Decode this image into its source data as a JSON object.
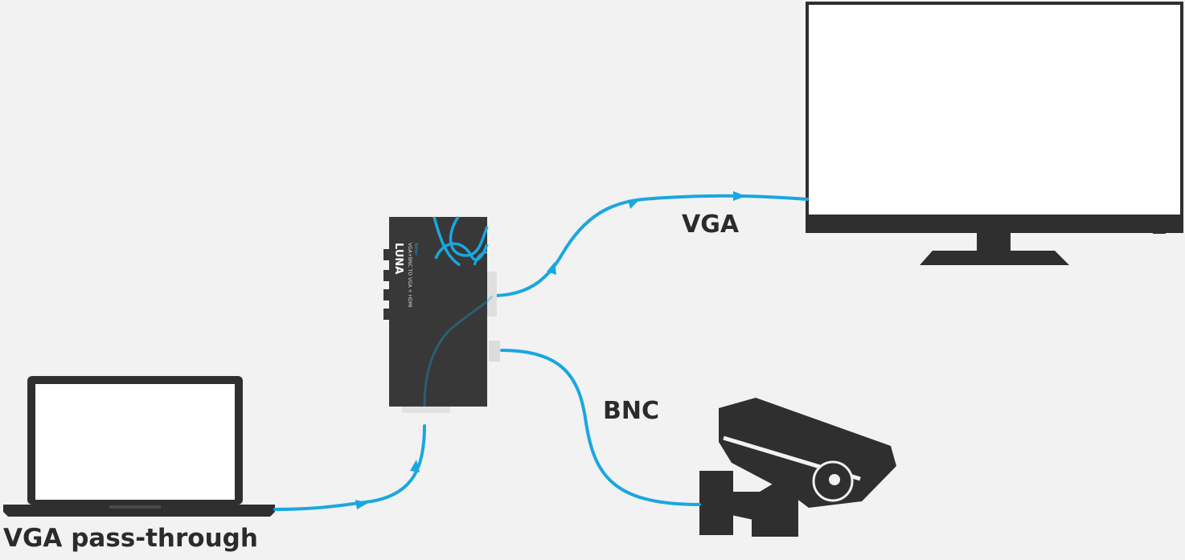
{
  "labels": {
    "vga": "VGA",
    "bnc": "BNC",
    "pass_through": "VGA pass-through"
  },
  "device": {
    "brand": "LUNA",
    "model_text": "VGA+BNC TO VGA + HDMI",
    "maker_text": "Tether"
  },
  "colors": {
    "cable": "#1aa7df",
    "device_body": "#383838",
    "icon_dark": "#2f2f2f",
    "background": "#f2f2f2"
  },
  "icons": [
    "laptop-icon",
    "monitor-icon",
    "cctv-camera-icon",
    "converter-box-icon"
  ]
}
